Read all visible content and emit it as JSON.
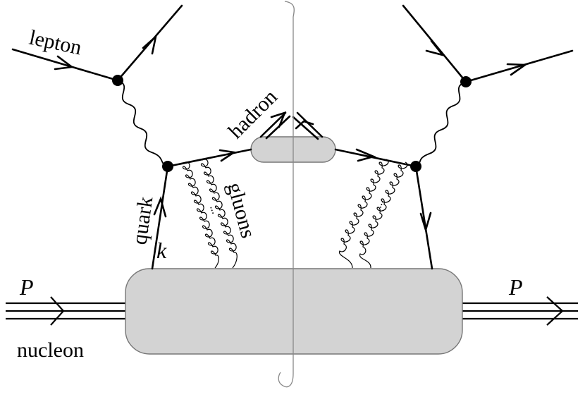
{
  "labels": {
    "lepton": "lepton",
    "hadron": "hadron",
    "gluons": "gluons",
    "quark": "quark",
    "k": "k",
    "P_left": "P",
    "P_right": "P",
    "nucleon": "nucleon",
    "gluon_dots_left": "...",
    "gluon_dots_right": "..."
  },
  "colors": {
    "blob_fill": "#d3d3d3",
    "blob_stroke": "#777777",
    "cut_line": "#888888",
    "lines": "#000000"
  }
}
